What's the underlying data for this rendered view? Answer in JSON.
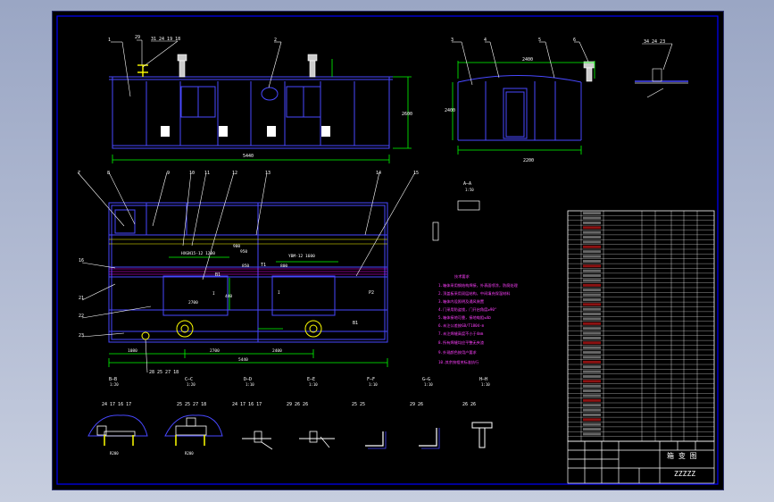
{
  "colors": {
    "background": "#000000",
    "outline": "#0000ff",
    "dimension": "#00ff00",
    "text": "#ffffff",
    "marker": "#ffff00",
    "leader": "#00ffff",
    "hatch": "#ff00ff"
  },
  "title_block": {
    "drawing_title": "箱 变 图",
    "drawing_code": "ZZZZZ"
  },
  "bom": {
    "rows": 48
  }
}
